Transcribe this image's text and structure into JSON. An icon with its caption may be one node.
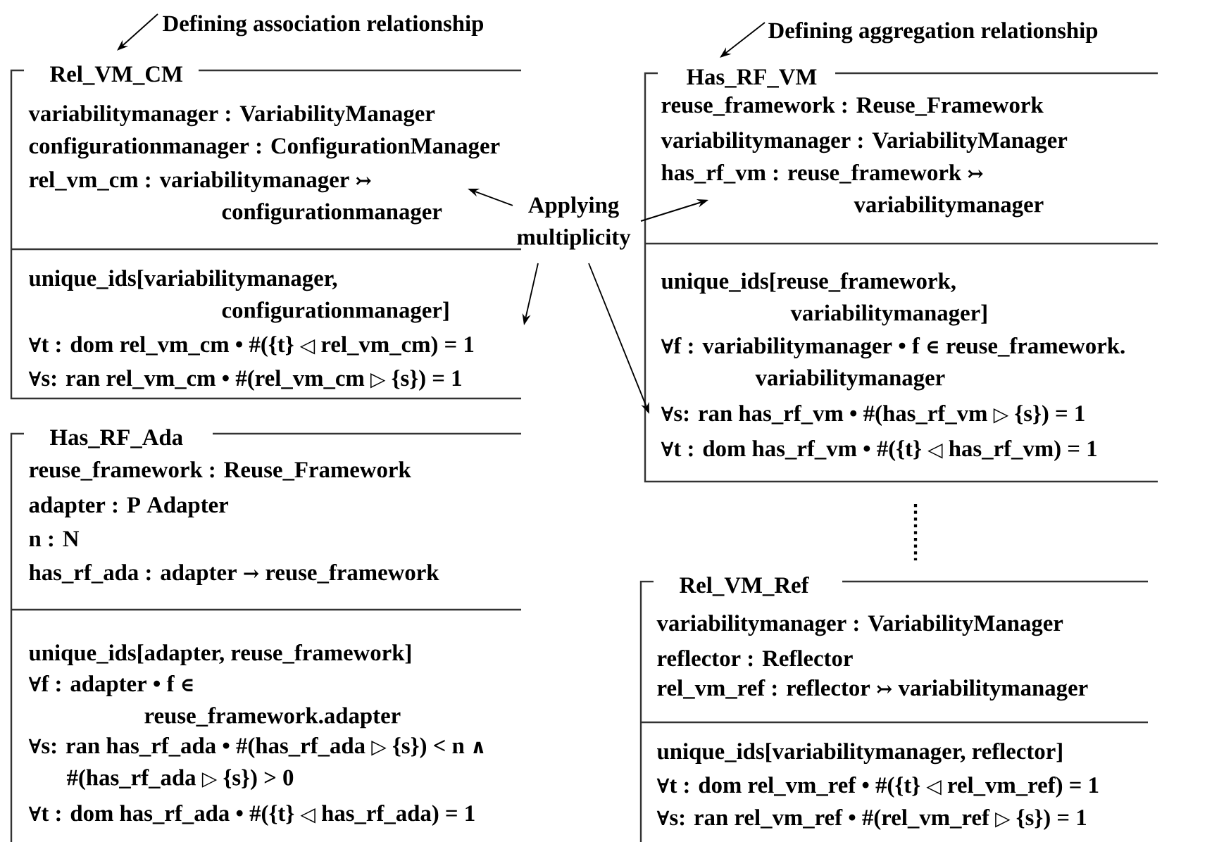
{
  "diagram": {
    "nodes": [
      {
        "text": [
          "Rel_VM_CM",
          "variabilitymanager : VariabilityManager",
          "configurationmanager : ConfigurationManager",
          "rel_vm_cm : variabilitymanager ↣ configurationmanager",
          "unique_ids[variabilitymanager, configurationmanager]",
          "∀t : dom rel_vm_cm • #({t} ◁ rel_vm_cm) = 1",
          "∀s: ran rel_vm_cm • #(rel_vm_cm ▷ {s}) = 1"
        ]
      },
      {
        "text": [
          "Has_RF_VM",
          "reuse_framework : Reuse_Framework",
          "variabilitymanager : VariabilityManager",
          "has_rf_vm : reuse_framework ↣ variabilitymanager",
          "unique_ids[reuse_framework, variabilitymanager]",
          "∀f : variabilitymanager • f ∈ reuse_framework. variabilitymanager",
          "∀s: ran has_rf_vm • #(has_rf_vm ▷ {s}) = 1",
          "∀t : dom has_rf_vm • #({t} ◁ has_rf_vm) = 1"
        ]
      },
      {
        "text": [
          "Has_RF_Ada",
          "reuse_framework : Reuse_Framework",
          "adapter : P Adapter",
          "n : N",
          "has_rf_ada : adapter → reuse_framework",
          "unique_ids[adapter, reuse_framework]",
          "∀f : adapter • f ∈ reuse_framework.adapter",
          "∀s: ran has_rf_ada • #(has_rf_ada ▷ {s}) < n ∧ #(has_rf_ada ▷ {s}) > 0",
          "∀t : dom has_rf_ada • #({t} ◁ has_rf_ada) = 1"
        ]
      },
      {
        "text": [
          "Rel_VM_Ref",
          "variabilitymanager : VariabilityManager",
          "reflector : Reflector",
          "rel_vm_ref : reflector ↣ variabilitymanager",
          "unique_ids[variabilitymanager, reflector]",
          "∀t : dom rel_vm_ref • #({t} ◁ rel_vm_ref) = 1",
          "∀s: ran rel_vm_ref • #(rel_vm_ref ▷ {s}) = 1"
        ]
      },
      {
        "text": [
          "Defining association relationship"
        ]
      },
      {
        "text": [
          "Defining aggregation relationship"
        ]
      },
      {
        "text": [
          "Applying multiplicity"
        ]
      }
    ],
    "edges": [
      {
        "from": 4,
        "to": 0,
        "arrow": "to"
      },
      {
        "from": 5,
        "to": 1,
        "arrow": "to"
      },
      {
        "from": 6,
        "to": 0,
        "arrow": "to"
      },
      {
        "from": 6,
        "to": 1,
        "arrow": "to"
      },
      {
        "from": 6,
        "to": 0,
        "arrow": "to"
      },
      {
        "from": 6,
        "to": 1,
        "arrow": "to"
      }
    ]
  }
}
